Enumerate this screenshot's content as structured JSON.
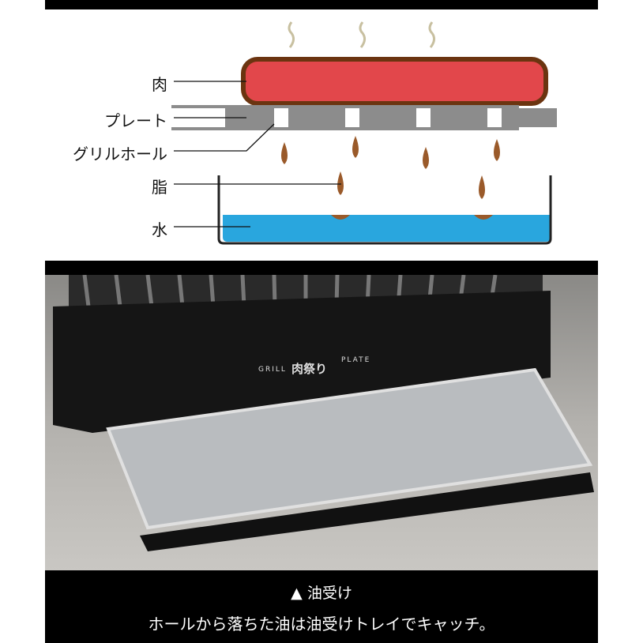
{
  "diagram": {
    "labels": {
      "meat": "肉",
      "plate": "プレート",
      "grill_hole": "グリルホール",
      "fat": "脂",
      "water": "水"
    },
    "colors": {
      "meat": "#e2474b",
      "meat_border": "#6b3410",
      "plate": "#8c8c8c",
      "fat": "#9a5a2a",
      "water": "#29a6de",
      "steam": "#c8c0a0"
    }
  },
  "photo": {
    "brand_left": "GRILL",
    "brand_logo": "肉祭り",
    "brand_right": "PLATE"
  },
  "caption": {
    "title": "▲ 油受け",
    "text": "ホールから落ちた油は油受けトレイでキャッチ。"
  }
}
